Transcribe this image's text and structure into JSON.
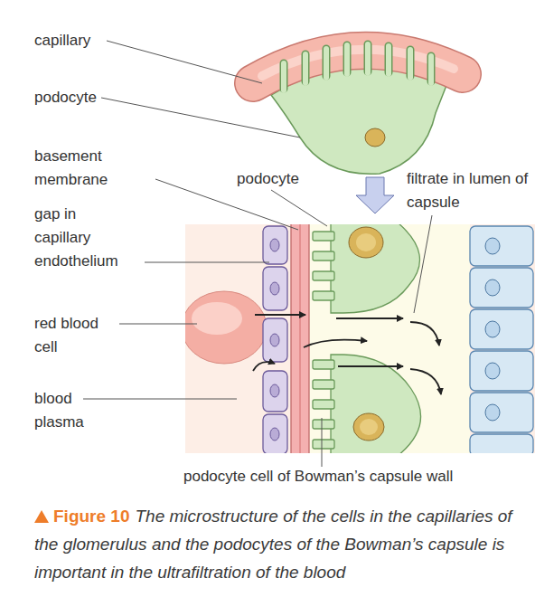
{
  "diagram": {
    "caption": "The microstructure of the cells in the capillaries of the glomerulus and the podocytes of the Bowman’s capsule is important in the ultrafiltration of the blood",
    "labels": [
      "capillary",
      "podocyte",
      "basement membrane",
      "podocyte",
      "filtrate in lumen of capsule",
      "gap in capillary endothelium",
      "red blood cell",
      "blood plasma",
      "podocyte cell of Bowman’s capsule wall",
      "Figure 10"
    ]
  }
}
